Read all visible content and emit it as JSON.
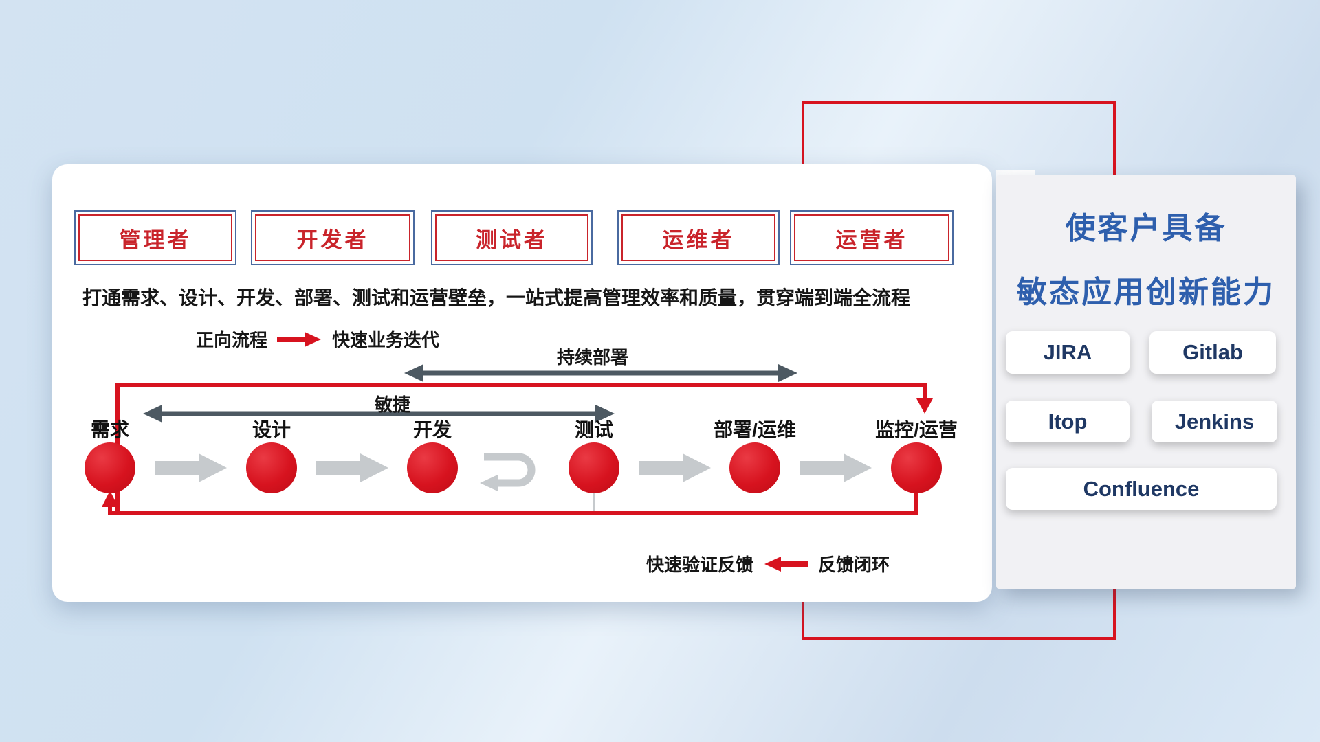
{
  "roles": [
    "管理者",
    "开发者",
    "测试者",
    "运维者",
    "运营者"
  ],
  "headline": "打通需求、设计、开发、部署、测试和运营壁垒，一站式提高管理效率和质量，贯穿端到端全流程",
  "forward_legend": {
    "label": "正向流程",
    "desc": "快速业务迭代"
  },
  "feedback_legend": {
    "label": "快速验证反馈",
    "desc": "反馈闭环"
  },
  "flow_arrows": {
    "continuous_deployment": "持续部署",
    "agile": "敏捷"
  },
  "stages": [
    "需求",
    "设计",
    "开发",
    "测试",
    "部署/运维",
    "监控/运营"
  ],
  "right_panel": {
    "title_line1": "使客户具备",
    "title_line2": "敏态应用创新能力",
    "tools": [
      "JIRA",
      "Gitlab",
      "Itop",
      "Jenkins",
      "Confluence"
    ]
  },
  "colors": {
    "red": "#d7131f",
    "dark_arrow": "#4d5962",
    "light_arrow": "#c6cacd",
    "blue_title": "#2e5fad",
    "navy_text": "#1f3864"
  }
}
